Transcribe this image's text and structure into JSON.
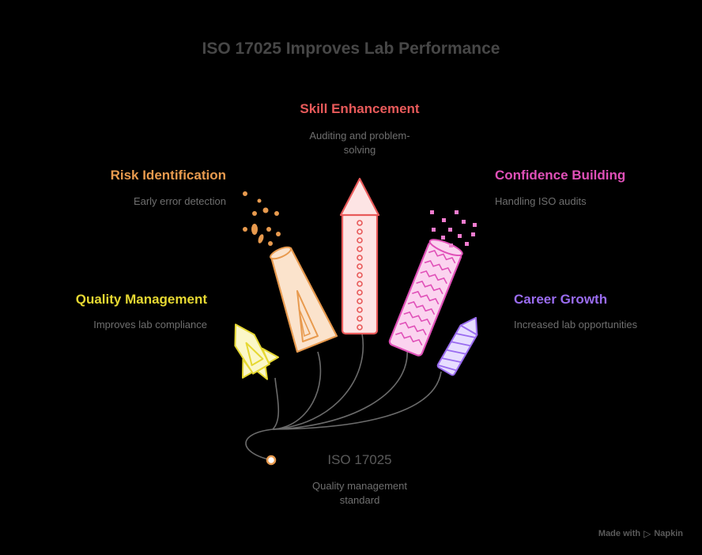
{
  "title": "ISO 17025 Improves Lab Performance",
  "center": {
    "label": "ISO 17025",
    "description": "Quality management standard"
  },
  "items": [
    {
      "label": "Quality Management",
      "description": "Improves lab compliance",
      "color": "#e6d832"
    },
    {
      "label": "Risk Identification",
      "description": "Early error detection",
      "color": "#e89a4e"
    },
    {
      "label": "Skill Enhancement",
      "description": "Auditing and problem-solving",
      "color": "#e85a5a"
    },
    {
      "label": "Confidence Building",
      "description": "Handling ISO audits",
      "color": "#e050b8"
    },
    {
      "label": "Career Growth",
      "description": "Increased lab opportunities",
      "color": "#9a6cf0"
    }
  ],
  "credit": {
    "prefix": "Made with",
    "brand": "Napkin"
  }
}
